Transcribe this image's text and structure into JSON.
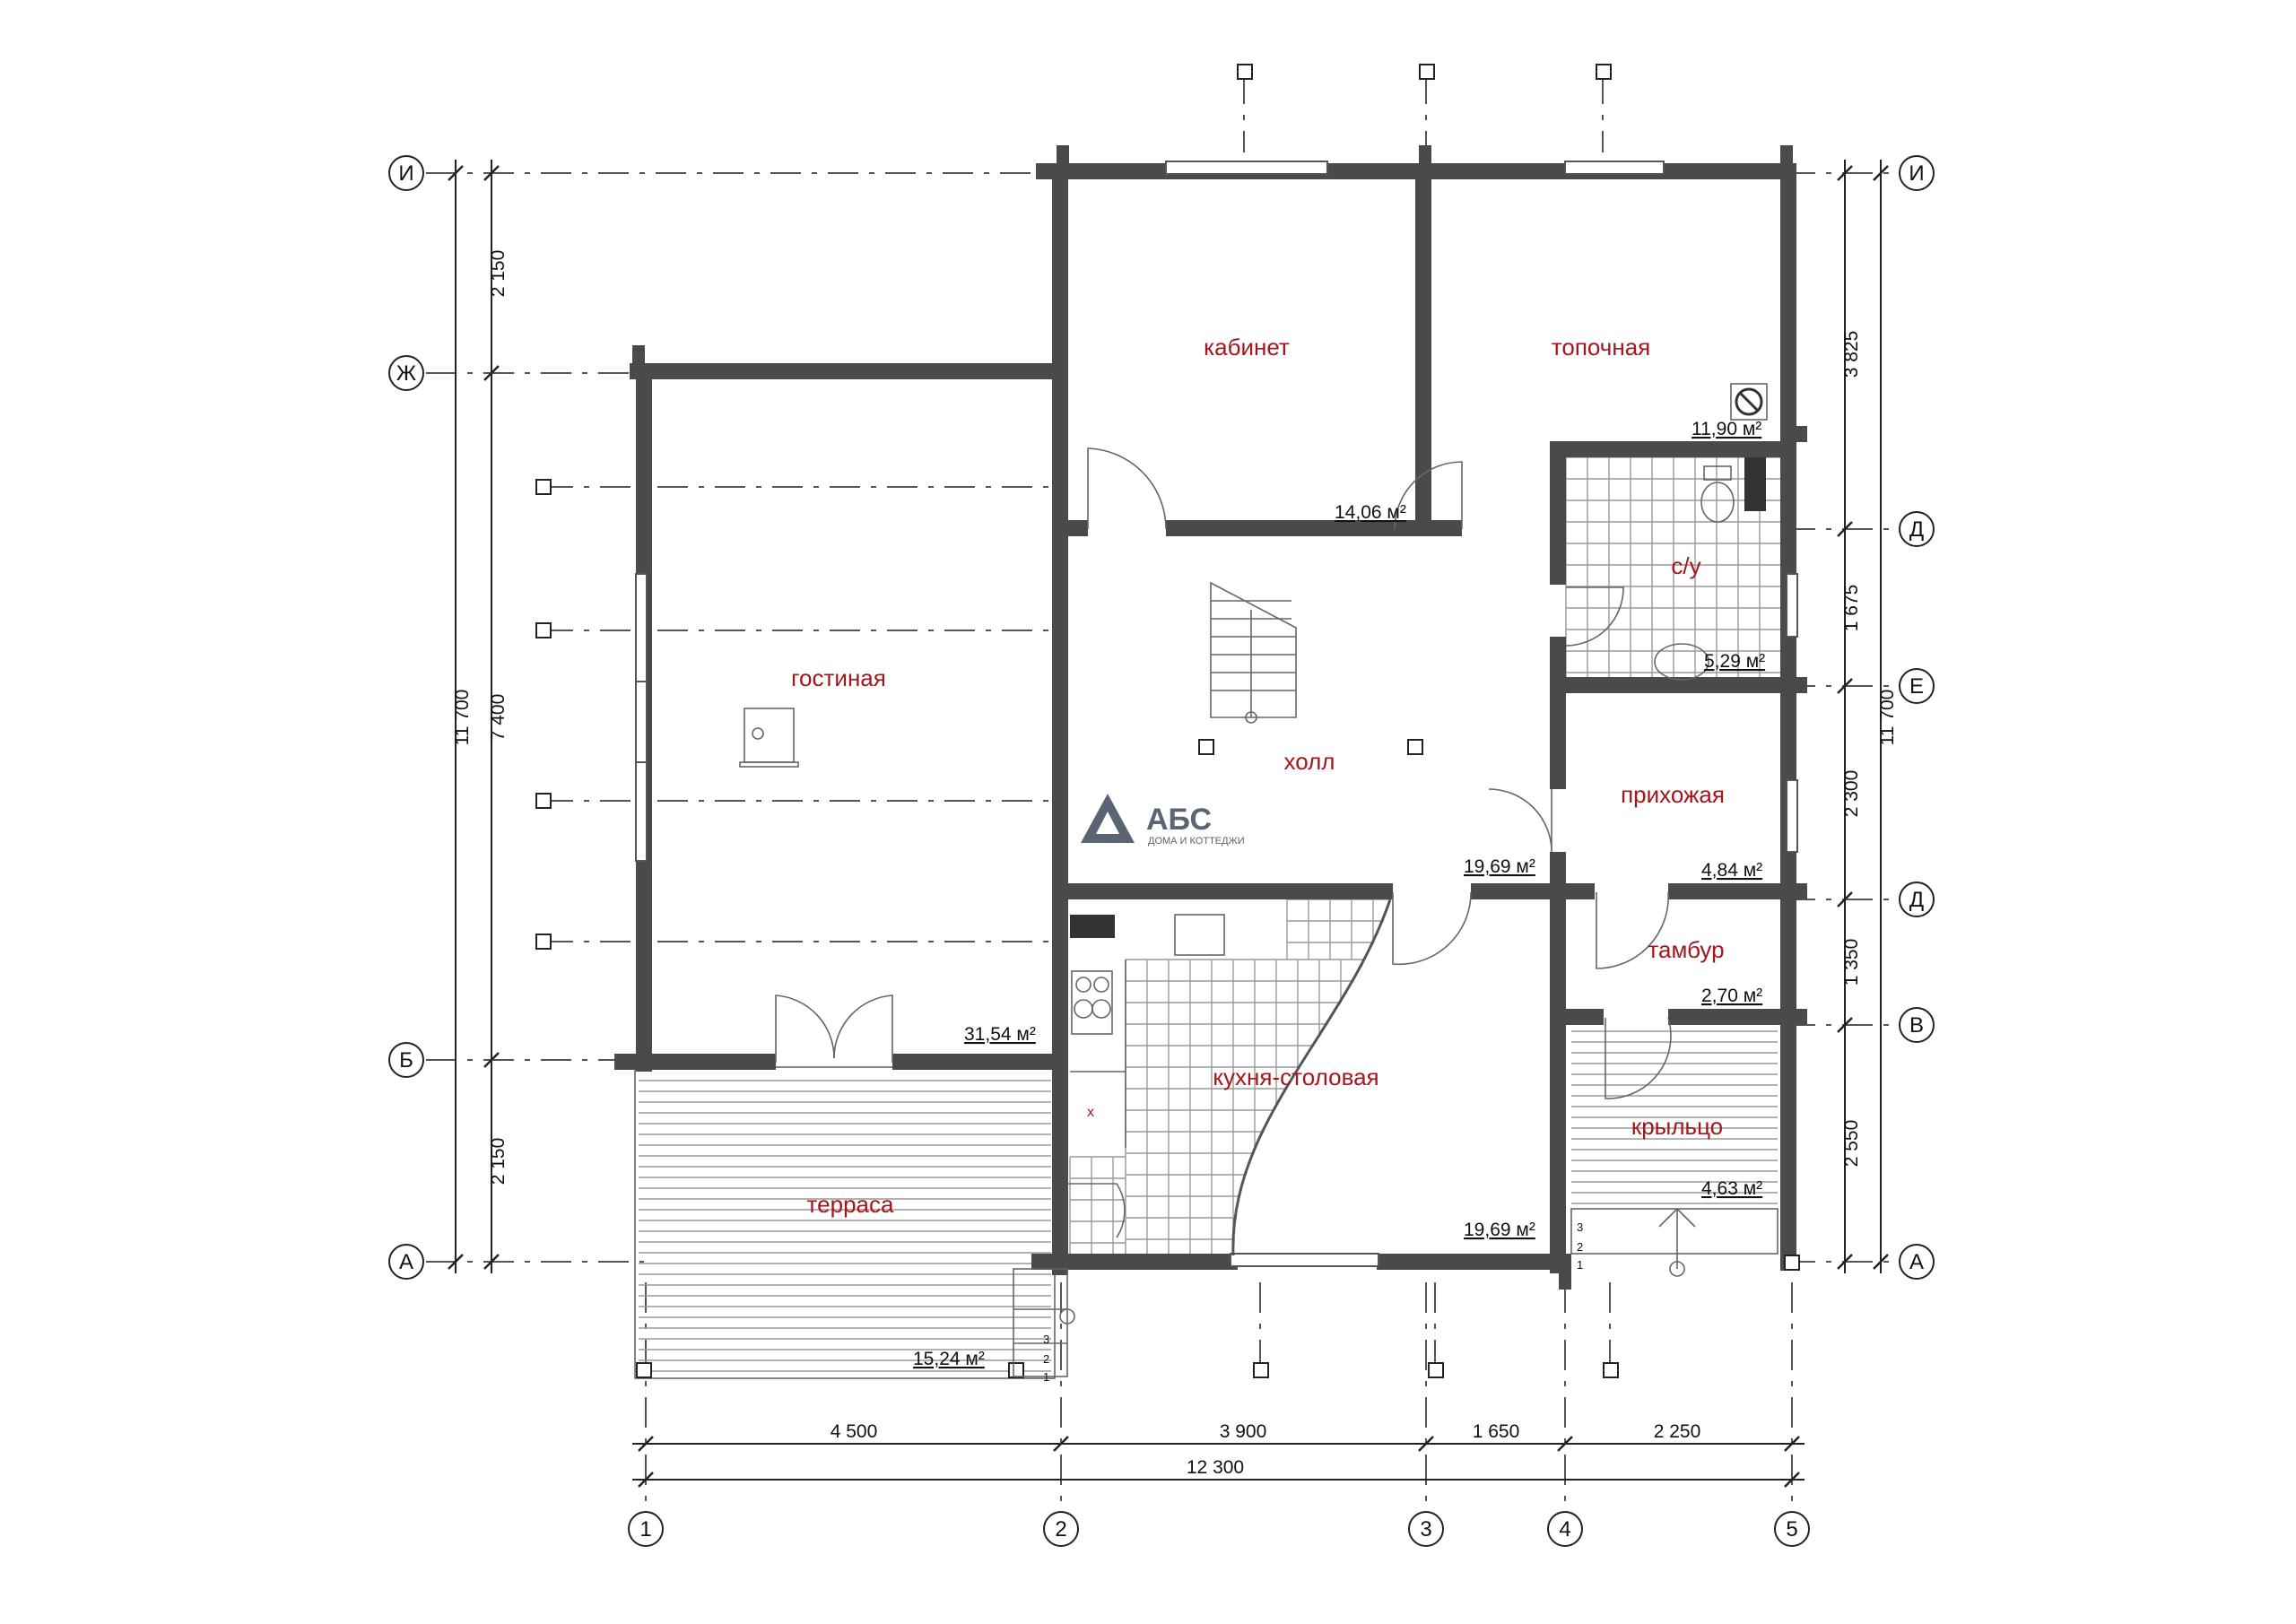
{
  "brand": {
    "name": "АБС",
    "tagline": "ДОМА И КОТТЕДЖИ"
  },
  "rooms": {
    "kabinet": {
      "name": "кабинет",
      "area": "14,06 м²"
    },
    "topochnaya": {
      "name": "топочная",
      "area": "11,90 м²"
    },
    "su": {
      "name": "с/у",
      "area": "5,29 м²"
    },
    "gostinaya": {
      "name": "гостиная",
      "area": "31,54 м²"
    },
    "holl": {
      "name": "холл",
      "area": "19,69 м²"
    },
    "prihozhaya": {
      "name": "прихожая",
      "area": "4,84 м²"
    },
    "tambur": {
      "name": "тамбур",
      "area": "2,70 м²"
    },
    "kuhnya": {
      "name": "кухня-столовая",
      "area": "19,69 м²"
    },
    "kryltso": {
      "name": "крыльцо",
      "area": "4,63 м²"
    },
    "terrasa": {
      "name": "терраса",
      "area": "15,24 м²"
    }
  },
  "axes": {
    "rows_left": [
      "И",
      "Ж",
      "Б",
      "А"
    ],
    "rows_right": [
      "И",
      "Д",
      "Е",
      "Д",
      "В",
      "А"
    ],
    "columns": [
      "1",
      "2",
      "3",
      "4",
      "5"
    ]
  },
  "dimensions": {
    "left_outer": [
      "2 150",
      "7 400",
      "2 150"
    ],
    "left_total": "11 700",
    "right_outer": [
      "3 825",
      "1 675",
      "2 300",
      "1 350",
      "2 550"
    ],
    "right_total": "11 700",
    "bottom_parts": [
      "4 500",
      "3 900",
      "1 650",
      "2 250"
    ],
    "bottom_total": "12 300"
  },
  "stairs": {
    "porch": [
      "3",
      "2",
      "1"
    ],
    "terrace": [
      "3",
      "2",
      "1"
    ]
  }
}
